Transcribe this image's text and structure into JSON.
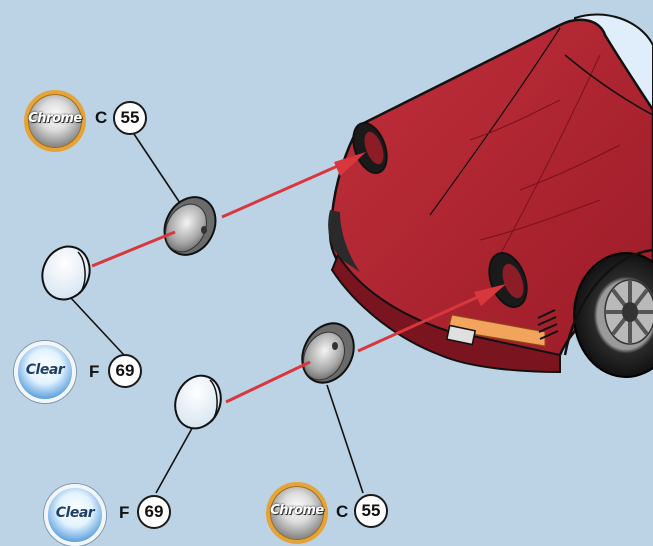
{
  "colors": {
    "background": "#bcd3e6",
    "car_body": "#b0222e",
    "arrow": "#d9373e",
    "chrome_ring": "#e4a43a",
    "clear_ring": "#f2f6fa",
    "turn_signal": "#f2a35c"
  },
  "parts": [
    {
      "material": "Chrome",
      "code": "C",
      "number": "55"
    },
    {
      "material": "Clear",
      "code": "F",
      "number": "69"
    },
    {
      "material": "Clear",
      "code": "F",
      "number": "69"
    },
    {
      "material": "Chrome",
      "code": "C",
      "number": "55"
    }
  ],
  "icons": [
    "chrome-paint-badge-icon",
    "clear-paint-badge-icon",
    "assembly-arrow-icon"
  ]
}
